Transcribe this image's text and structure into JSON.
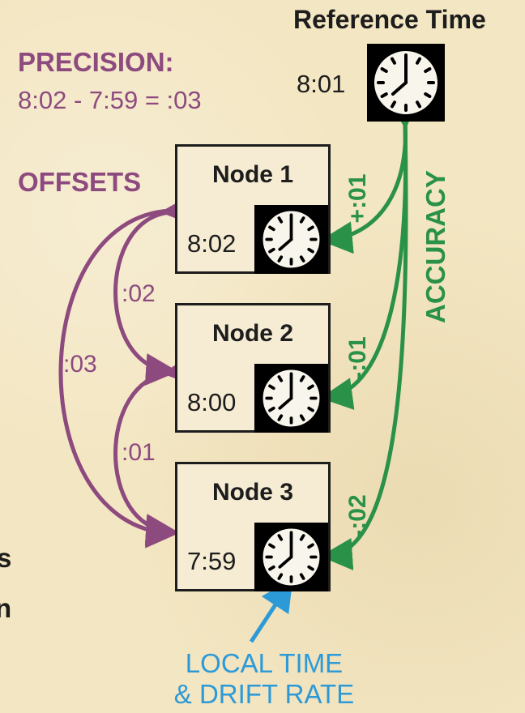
{
  "reference": {
    "title": "Reference Time",
    "time": "8:01"
  },
  "precision": {
    "title": "PRECISION:",
    "expression": "8:02 - 7:59 = :03"
  },
  "offsets": {
    "title": "OFFSETS",
    "values": [
      ":02",
      ":03",
      ":01"
    ]
  },
  "accuracy": {
    "title": "ACCURACY",
    "values": [
      "+:01",
      "-:01",
      "-:02"
    ]
  },
  "nodes": [
    {
      "name": "Node 1",
      "time": "8:02"
    },
    {
      "name": "Node 2",
      "time": "8:00"
    },
    {
      "name": "Node 3",
      "time": "7:59"
    }
  ],
  "local": {
    "line1": "LOCAL TIME",
    "line2": "& DRIFT RATE"
  },
  "edge_fragments": [
    "s",
    "n"
  ],
  "colors": {
    "offsets": "#8d4a7f",
    "accuracy": "#2a9148",
    "local": "#2d9ad8",
    "text": "#1d1d1d",
    "background": "#f3e6c2"
  },
  "icons": [
    "clock-icon"
  ]
}
